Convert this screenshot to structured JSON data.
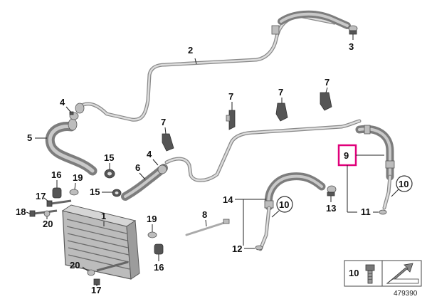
{
  "diagram": {
    "callouts": {
      "c1": "1",
      "c2": "2",
      "c3": "3",
      "c4a": "4",
      "c4b": "4",
      "c5": "5",
      "c6": "6",
      "c7a": "7",
      "c7b": "7",
      "c7c": "7",
      "c7d": "7",
      "c8": "8",
      "c9": "9",
      "c10a": "10",
      "c10b": "10",
      "c11": "11",
      "c12": "12",
      "c13": "13",
      "c14": "14",
      "c15a": "15",
      "c15b": "15",
      "c16a": "16",
      "c16b": "16",
      "c17a": "17",
      "c17b": "17",
      "c18": "18",
      "c19a": "19",
      "c19b": "19",
      "c20a": "20",
      "c20b": "20"
    },
    "legend_box": {
      "label": "10"
    },
    "diagram_number": "479390",
    "colors": {
      "highlight": "#e0007a",
      "hose": "#6f6f6f",
      "pipe": "#8a8a8a"
    }
  }
}
